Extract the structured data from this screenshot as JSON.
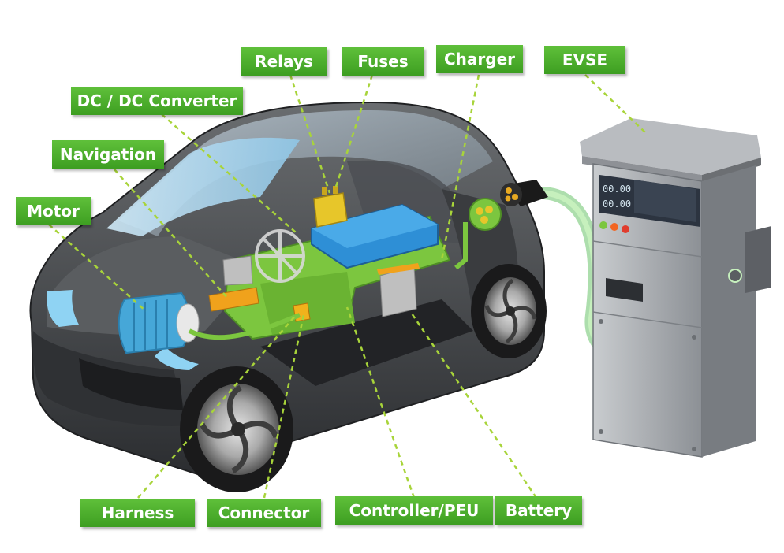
{
  "labels": {
    "relays": "Relays",
    "fuses": "Fuses",
    "charger": "Charger",
    "evse": "EVSE",
    "dcdc": "DC / DC Converter",
    "navigation": "Navigation",
    "motor": "Motor",
    "harness": "Harness",
    "connector": "Connector",
    "controller": "Controller/PEU",
    "battery": "Battery"
  },
  "evse_display": {
    "top": "00.00",
    "bottom": "00.00"
  },
  "colors": {
    "label_green": "#4cb12e",
    "leader_dash": "#a8d43a",
    "component_green": "#7cc63f",
    "battery_blue": "#2e8fd6",
    "motor_blue": "#46a7d8",
    "car_body": "#3b3d40",
    "charger_gray": "#9fa3a8",
    "cable_green": "#a6e39b"
  }
}
